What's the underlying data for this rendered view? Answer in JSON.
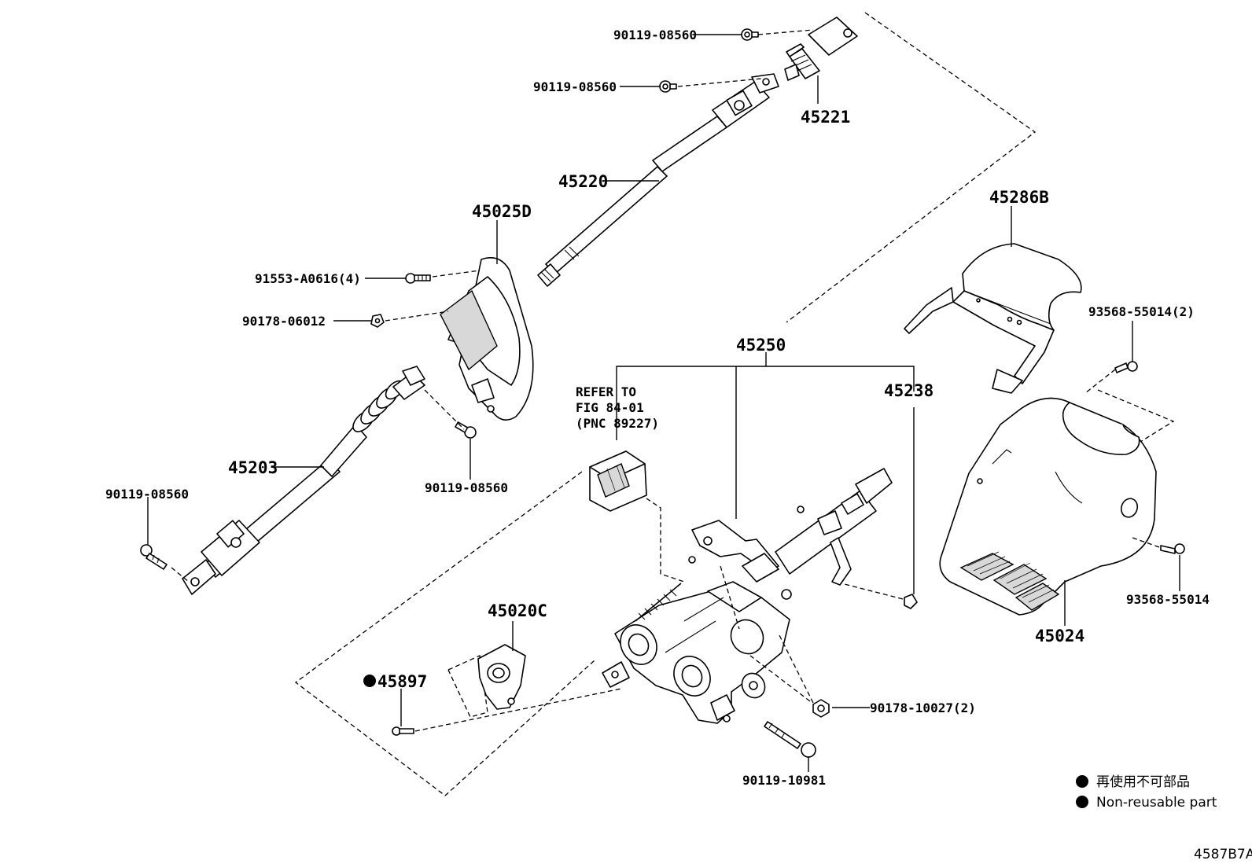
{
  "parts": {
    "p45221": "45221",
    "p45220": "45220",
    "p45025D": "45025D",
    "p45203": "45203",
    "p45286B": "45286B",
    "p45250": "45250",
    "p45238": "45238",
    "p45020C": "45020C",
    "p45897": "45897",
    "p45024": "45024",
    "p90119_08560_a": "90119-08560",
    "p90119_08560_b": "90119-08560",
    "p90119_08560_c": "90119-08560",
    "p90119_08560_d": "90119-08560",
    "p91553": "91553-A0616(4)",
    "p90178_06012": "90178-06012",
    "p93568_2": "93568-55014(2)",
    "p93568": "93568-55014",
    "p90178_10027": "90178-10027(2)",
    "p90119_10981": "90119-10981"
  },
  "reference": {
    "line1": "REFER TO",
    "line2": "FIG 84-01",
    "line3": "(PNC 89227)"
  },
  "legend": {
    "jp": "再使用不可部品",
    "en": "Non-reusable part"
  },
  "figure_id": "4587B7A"
}
